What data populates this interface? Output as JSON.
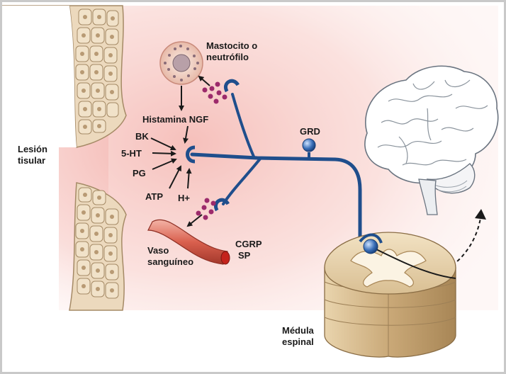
{
  "labels": {
    "lesion_line1": "Lesión",
    "lesion_line2": "tisular",
    "mastocito_line1": "Mastocito o",
    "mastocito_line2": "neutrófilo",
    "histamina_ngf": "Histamina NGF",
    "bk": "BK",
    "ht5": "5-HT",
    "pg": "PG",
    "atp": "ATP",
    "h_plus": "H+",
    "grd": "GRD",
    "cgrp": "CGRP",
    "sp": "SP",
    "vaso_line1": "Vaso",
    "vaso_line2": "sanguíneo",
    "medula_line1": "Médula",
    "medula_line2": "espinal"
  },
  "colors": {
    "neuron": "#1f4e8c",
    "granules": "#9c2a6b",
    "vessel": "#c0392b",
    "tissue": "#e9d3b4",
    "inflammation": "#f4b6b0"
  }
}
